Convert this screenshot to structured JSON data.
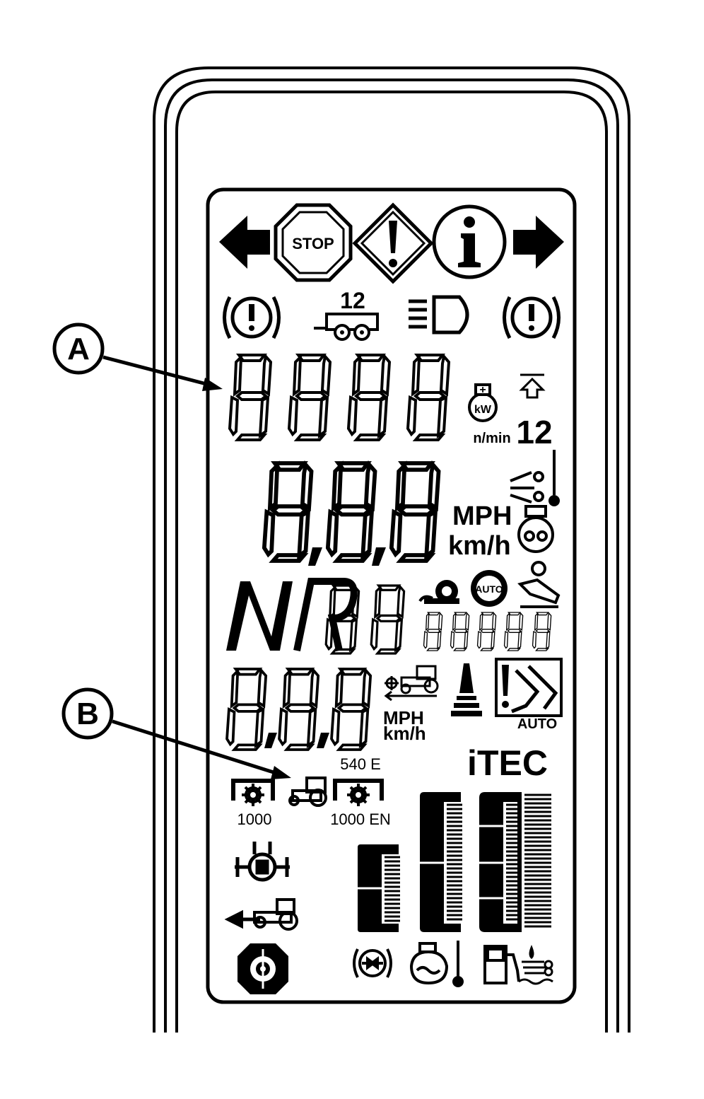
{
  "callouts": {
    "a": "A",
    "b": "B"
  },
  "top_icons": {
    "stop_label": "STOP"
  },
  "trailer_badge": "12",
  "tach": {
    "unit": "n/min",
    "right_number": "12",
    "kw_label": "kW"
  },
  "speed": {
    "unit_mph": "MPH",
    "unit_kmh": "km/h"
  },
  "transmission": {
    "direction_label": "NR",
    "auto_badge": "AUTO"
  },
  "ground_speed": {
    "unit_mph": "MPH",
    "unit_kmh": "km/h"
  },
  "auto_steer_label": "AUTO",
  "brand": "iTEC",
  "pto": {
    "rear_speed": "1000",
    "economy_label": "540 E",
    "front_speed": "1000 EN"
  },
  "colors": {
    "ink": "#000000",
    "paper": "#ffffff"
  }
}
